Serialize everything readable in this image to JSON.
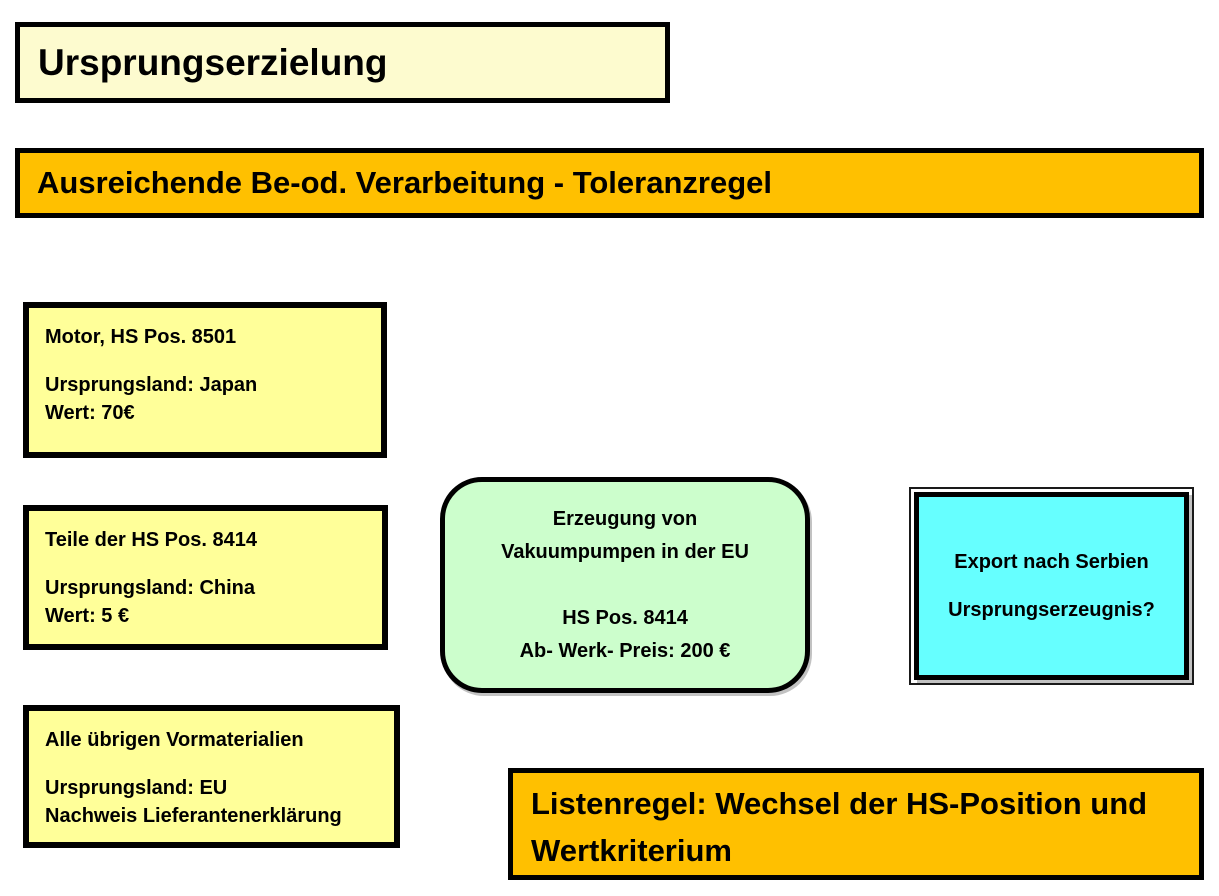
{
  "slide": {
    "background_color": "#FFFFFF",
    "text_color": "#000000"
  },
  "title_box": {
    "label": "Ursprungserzielung",
    "bg_color": "#FDFBCF",
    "border_color": "#000000"
  },
  "banner_top": {
    "label": "Ausreichende Be-od. Verarbeitung - Toleranzregel",
    "bg_color": "#FFC000",
    "border_color": "#000000"
  },
  "materials": [
    {
      "id": "motor",
      "bg_color": "#FFFF99",
      "lines": [
        "Motor, HS Pos. 8501",
        "",
        "Ursprungsland: Japan",
        "Wert: 70€"
      ]
    },
    {
      "id": "teile",
      "bg_color": "#FFFF99",
      "lines": [
        "Teile der HS Pos. 8414",
        "",
        "Ursprungsland: China",
        "Wert: 5 €"
      ]
    },
    {
      "id": "uebrige-vormaterialien",
      "bg_color": "#FFFF99",
      "lines": [
        "Alle übrigen Vormaterialien",
        "",
        "Ursprungsland: EU",
        "Nachweis Lieferantenerklärung"
      ]
    }
  ],
  "process_box": {
    "bg_color": "#CCFECC",
    "lines": [
      "Erzeugung von",
      "Vakuumpumpen in der EU",
      "",
      "HS Pos. 8414",
      "Ab- Werk- Preis: 200 €"
    ]
  },
  "export_box": {
    "bg_color": "#66FFFF",
    "lines": [
      "Export nach Serbien",
      "",
      "Ursprungserzeugnis?"
    ]
  },
  "banner_bottom": {
    "label": "Listenregel: Wechsel der HS-Position und Wertkriterium",
    "bg_color": "#FFC000",
    "border_color": "#000000"
  }
}
